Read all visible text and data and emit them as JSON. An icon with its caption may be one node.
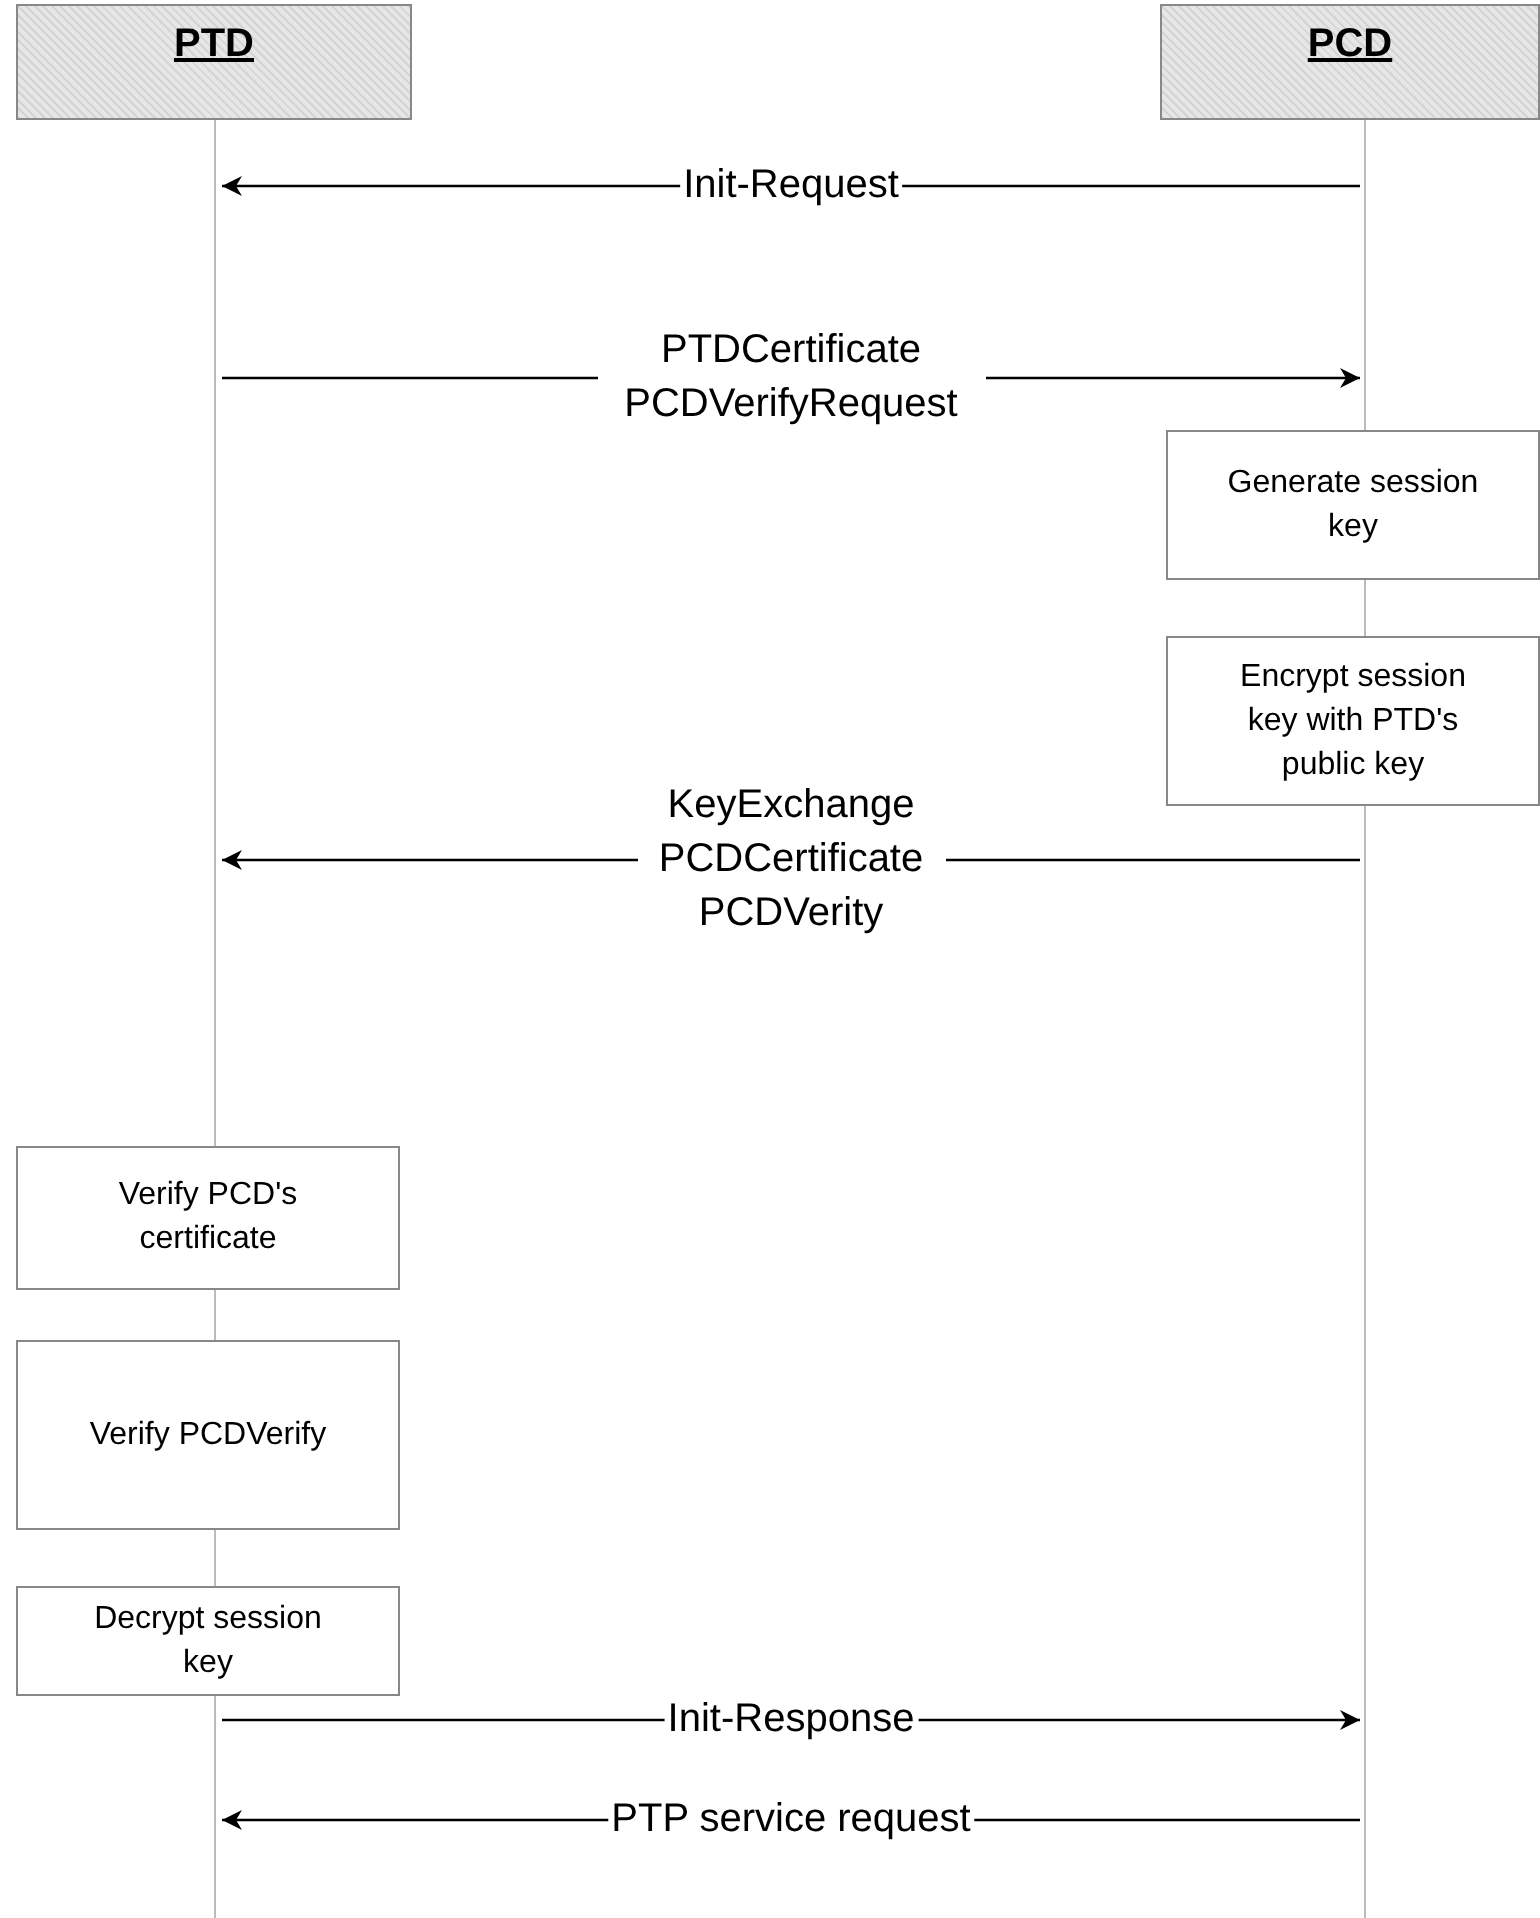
{
  "diagram": {
    "nodes": [
      {
        "text": [
          "PTD"
        ]
      },
      {
        "text": [
          "PCD"
        ]
      },
      {
        "text": [],
        "shape": "line"
      },
      {
        "text": [],
        "shape": "line"
      },
      {
        "text": [
          "Generate session key"
        ]
      },
      {
        "text": [
          "Encrypt session key with PTD's public key"
        ]
      },
      {
        "text": [
          "Verify PCD's certificate"
        ]
      },
      {
        "text": [
          "Verify PCDVerify"
        ]
      },
      {
        "text": [
          "Decrypt session key"
        ]
      }
    ],
    "edges": [
      {
        "from": 3,
        "to": 2,
        "arrow": "to",
        "label": "Init-Request"
      },
      {
        "from": 2,
        "to": 3,
        "arrow": "to",
        "label": "PTDCertificate PCDVerifyRequest"
      },
      {
        "from": 3,
        "to": 2,
        "arrow": "to",
        "label": "KeyExchange PCDCertificate PCDVerity"
      },
      {
        "from": 2,
        "to": 3,
        "arrow": "to",
        "label": "Init-Response"
      },
      {
        "from": 3,
        "to": 2,
        "arrow": "to",
        "label": "PTP service request"
      }
    ]
  }
}
